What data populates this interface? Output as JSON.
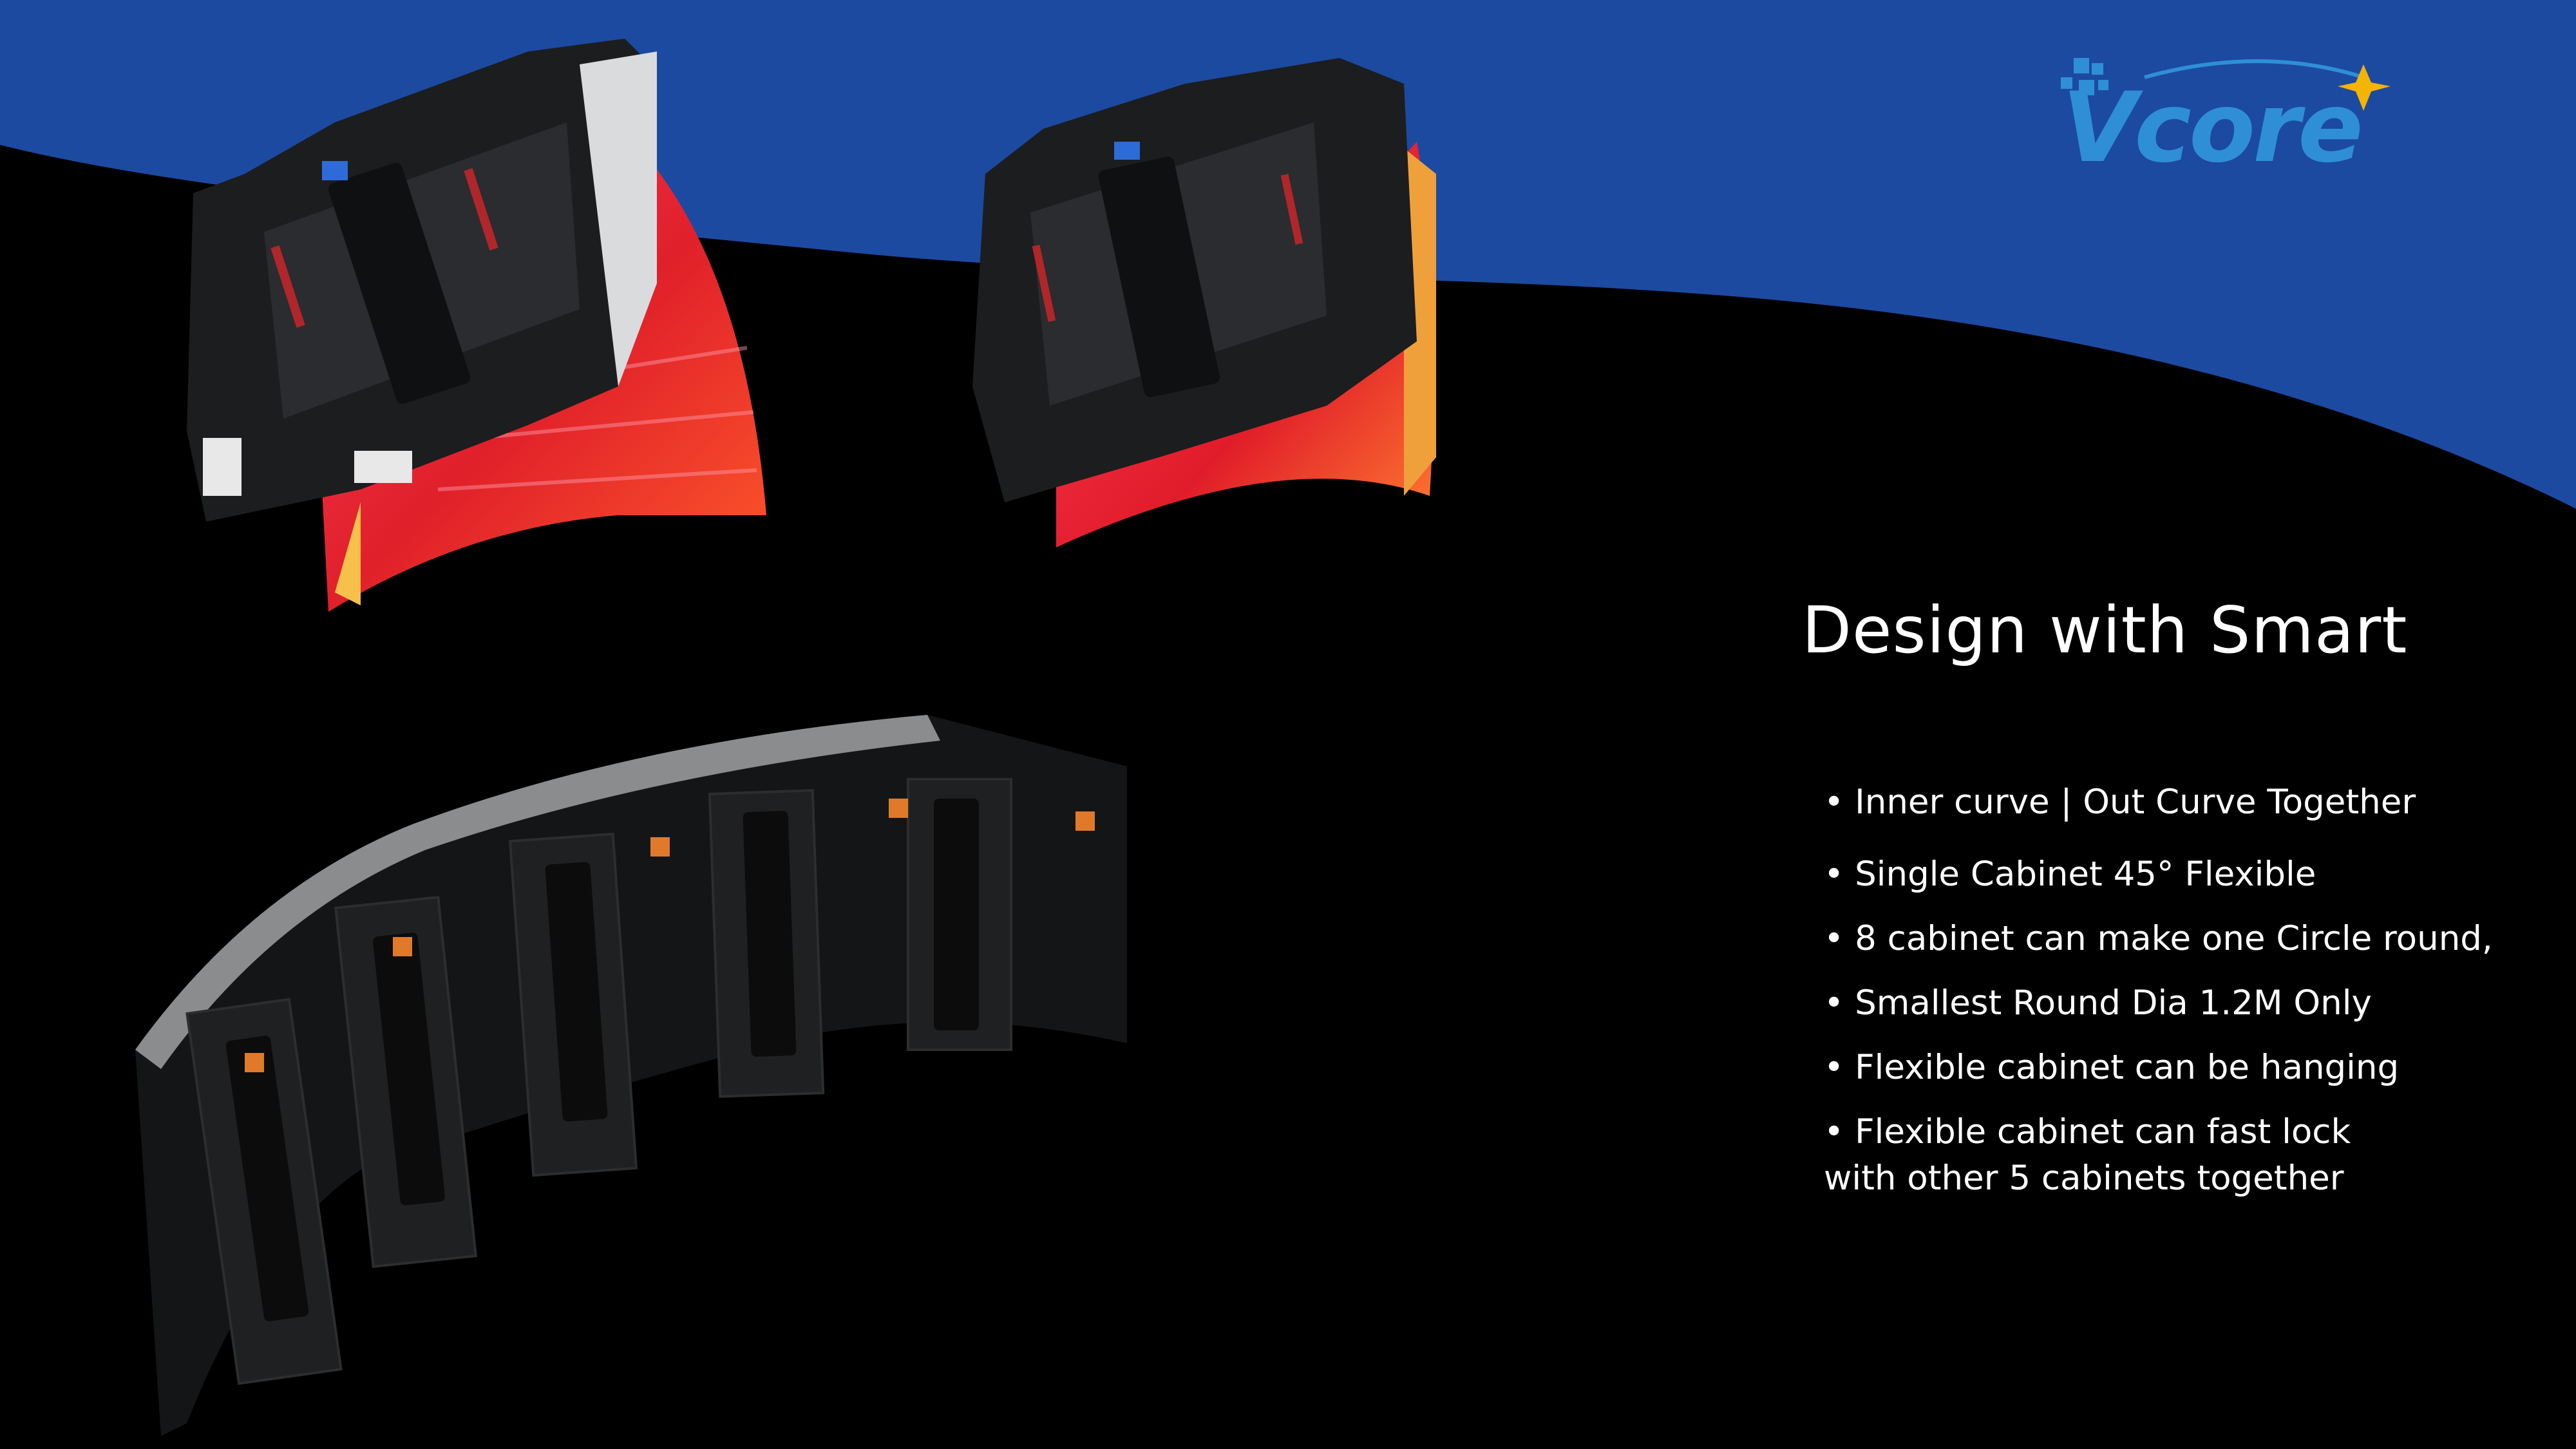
{
  "slide": {
    "title": "Design with Smart",
    "bullets": [
      "• Inner curve | Out Curve Together",
      "• Single Cabinet 45° Flexible",
      "• 8 cabinet can make one Circle round,",
      "• Smallest Round Dia 1.2M Only",
      "• Flexible cabinet can be hanging",
      "• Flexible cabinet can fast lock with other 5 cabinets together"
    ]
  },
  "logo": {
    "text": "Vcore",
    "color": "#2e8fd6",
    "star_color": "#f4b400"
  },
  "colors": {
    "banner": "#1c4aa0",
    "background": "#000000",
    "text": "#ffffff"
  },
  "images": [
    "curved-led-cabinet-left",
    "curved-led-cabinet-right",
    "curved-led-wall-assembly"
  ]
}
